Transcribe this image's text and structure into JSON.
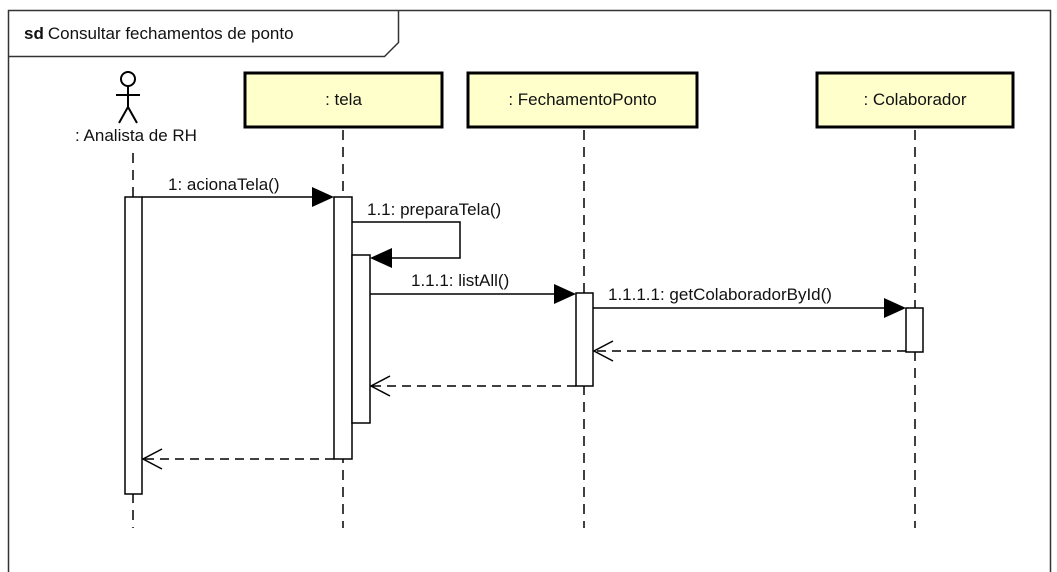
{
  "frame": {
    "keyword": "sd",
    "name": "Consultar fechamentos de ponto"
  },
  "actor": {
    "name": ": Analista de RH"
  },
  "lifelines": [
    {
      "name": ": tela"
    },
    {
      "name": ": FechamentoPonto"
    },
    {
      "name": ": Colaborador"
    }
  ],
  "messages": [
    {
      "label": "1: acionaTela()",
      "kind": "sync"
    },
    {
      "label": "1.1: preparaTela()",
      "kind": "self"
    },
    {
      "label": "1.1.1: listAll()",
      "kind": "sync"
    },
    {
      "label": "1.1.1.1: getColaboradorById()",
      "kind": "sync"
    },
    {
      "label": "",
      "kind": "return"
    },
    {
      "label": "",
      "kind": "return"
    },
    {
      "label": "",
      "kind": "return"
    }
  ],
  "colors": {
    "lifeline_head_fill": "#ffffcc",
    "stroke": "#000000",
    "frame_stroke": "#333333"
  }
}
